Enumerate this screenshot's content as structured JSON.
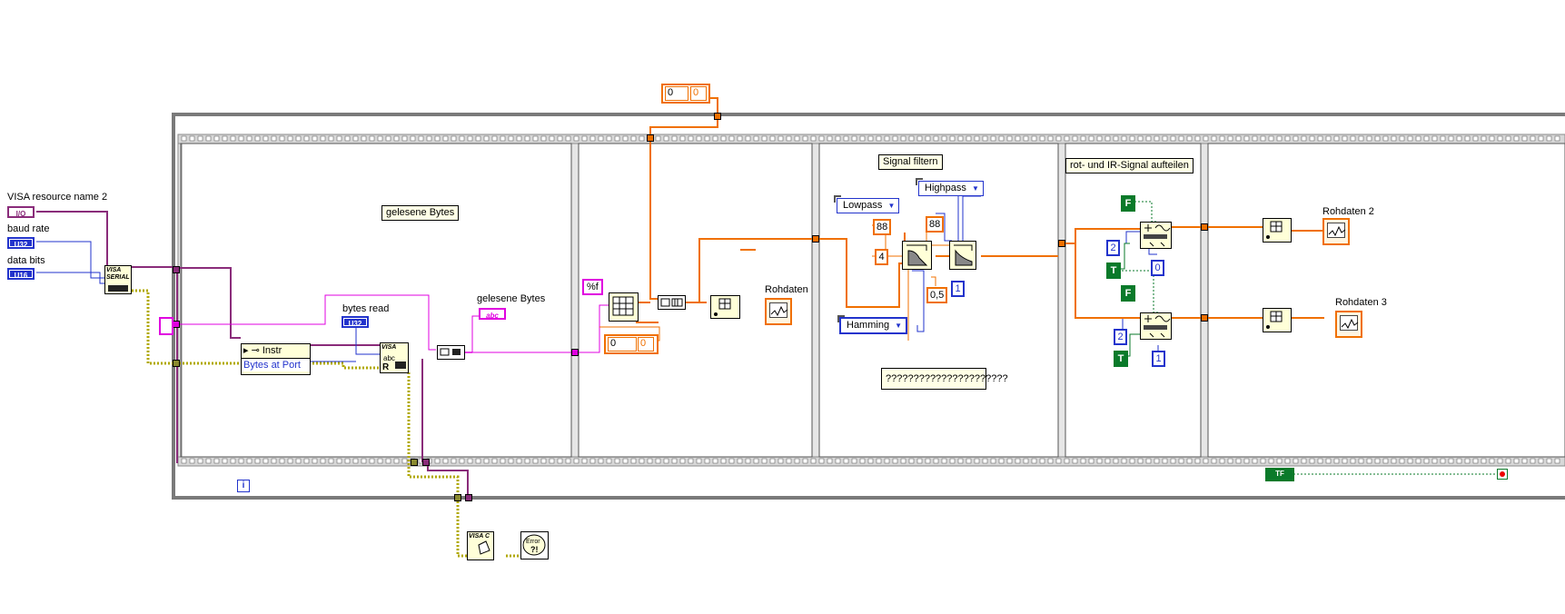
{
  "controls": {
    "visa_resource_label": "VISA resource name 2",
    "visa_resource_tag": "I/O",
    "baud_rate_label": "baud rate",
    "baud_rate_tag": "U32",
    "data_bits_label": "data bits",
    "data_bits_tag": "U16"
  },
  "frame1": {
    "note": "gelesene Bytes",
    "bytes_read_label": "bytes read",
    "bytes_read_tag": "U32",
    "property_node": {
      "class": "Instr",
      "property": "Bytes at Port"
    },
    "indicator_label": "gelesene Bytes",
    "indicator_tag": "abc",
    "visa_serial_caption": "VISA SERIAL",
    "visa_read_caption": "VISA"
  },
  "frame2": {
    "format_string": "%f",
    "array_constant": {
      "index": "0",
      "value": "0"
    },
    "graph_label": "Rohdaten"
  },
  "top_array_constant": {
    "index": "0",
    "value": "0"
  },
  "frame3": {
    "note": "Signal filtern",
    "lowpass": "Lowpass",
    "highpass": "Highpass",
    "window": "Hamming",
    "lowpass_cutoff": "88",
    "highpass_cutoff": "88",
    "order": "4",
    "constant_1": "1",
    "constant_05": "0,5",
    "comment": "??????????????????????"
  },
  "frame4": {
    "note": "rot- und IR-Signal aufteilen",
    "upper": {
      "bool_f": "F",
      "bool_t": "T",
      "num_2": "2",
      "num_idx": "0"
    },
    "lower": {
      "bool_f": "F",
      "bool_t": "T",
      "num_2": "2",
      "num_idx": "1"
    }
  },
  "frame5": {
    "graph_2_label": "Rohdaten 2",
    "graph_3_label": "Rohdaten 3"
  },
  "loop": {
    "iteration": "i",
    "stop_bool": "TF"
  },
  "error_handler": {
    "visa_close_caption": "VISA C",
    "error_caption": "Error"
  },
  "colors": {
    "wire_dbl": "#f07000",
    "wire_string": "#e000e0",
    "wire_visa": "#8a2c7a",
    "wire_int": "#2233cc",
    "wire_error": "#c8c800",
    "wire_bool": "#0a7a2a",
    "frame": "#7a7a7a",
    "note_bg": "#ffffe6"
  }
}
